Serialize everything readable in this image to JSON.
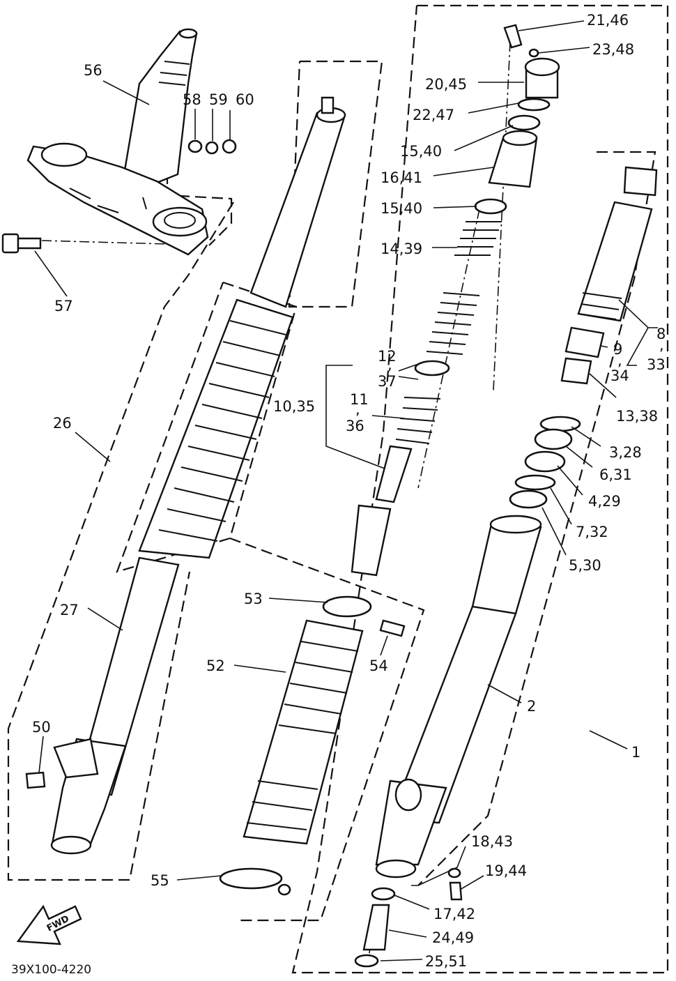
{
  "diagram": {
    "drawing_code": "39X100-4220",
    "direction_label": "FWD",
    "callouts": {
      "c21_46": "21,46",
      "c23_48": "23,48",
      "c20_45": "20,45",
      "c22_47": "22,47",
      "c15_40a": "15,40",
      "c16_41": "16,41",
      "c15_40b": "15,40",
      "c14_39": "14,39",
      "c12": "12",
      "c12_comma": ",",
      "c37": "37",
      "c10_35": "10,35",
      "c11": "11",
      "c11_comma": ",",
      "c36": "36",
      "c56": "56",
      "c58": "58",
      "c59": "59",
      "c60": "60",
      "c57": "57",
      "c26": "26",
      "c27": "27",
      "c50": "50",
      "c53": "53",
      "c54": "54",
      "c52": "52",
      "c55": "55",
      "c8": "8",
      "c8_comma": ",",
      "c33": "33",
      "c9": "9",
      "c9_comma": ",",
      "c34": "34",
      "c13_38": "13,38",
      "c3_28": "3,28",
      "c6_31": "6,31",
      "c4_29": "4,29",
      "c7_32": "7,32",
      "c5_30": "5,30",
      "c2": "2",
      "c1": "1",
      "c18_43": "18,43",
      "c19_44": "19,44",
      "c17_42": "17,42",
      "c24_49": "24,49",
      "c25_51": "25,51"
    }
  }
}
